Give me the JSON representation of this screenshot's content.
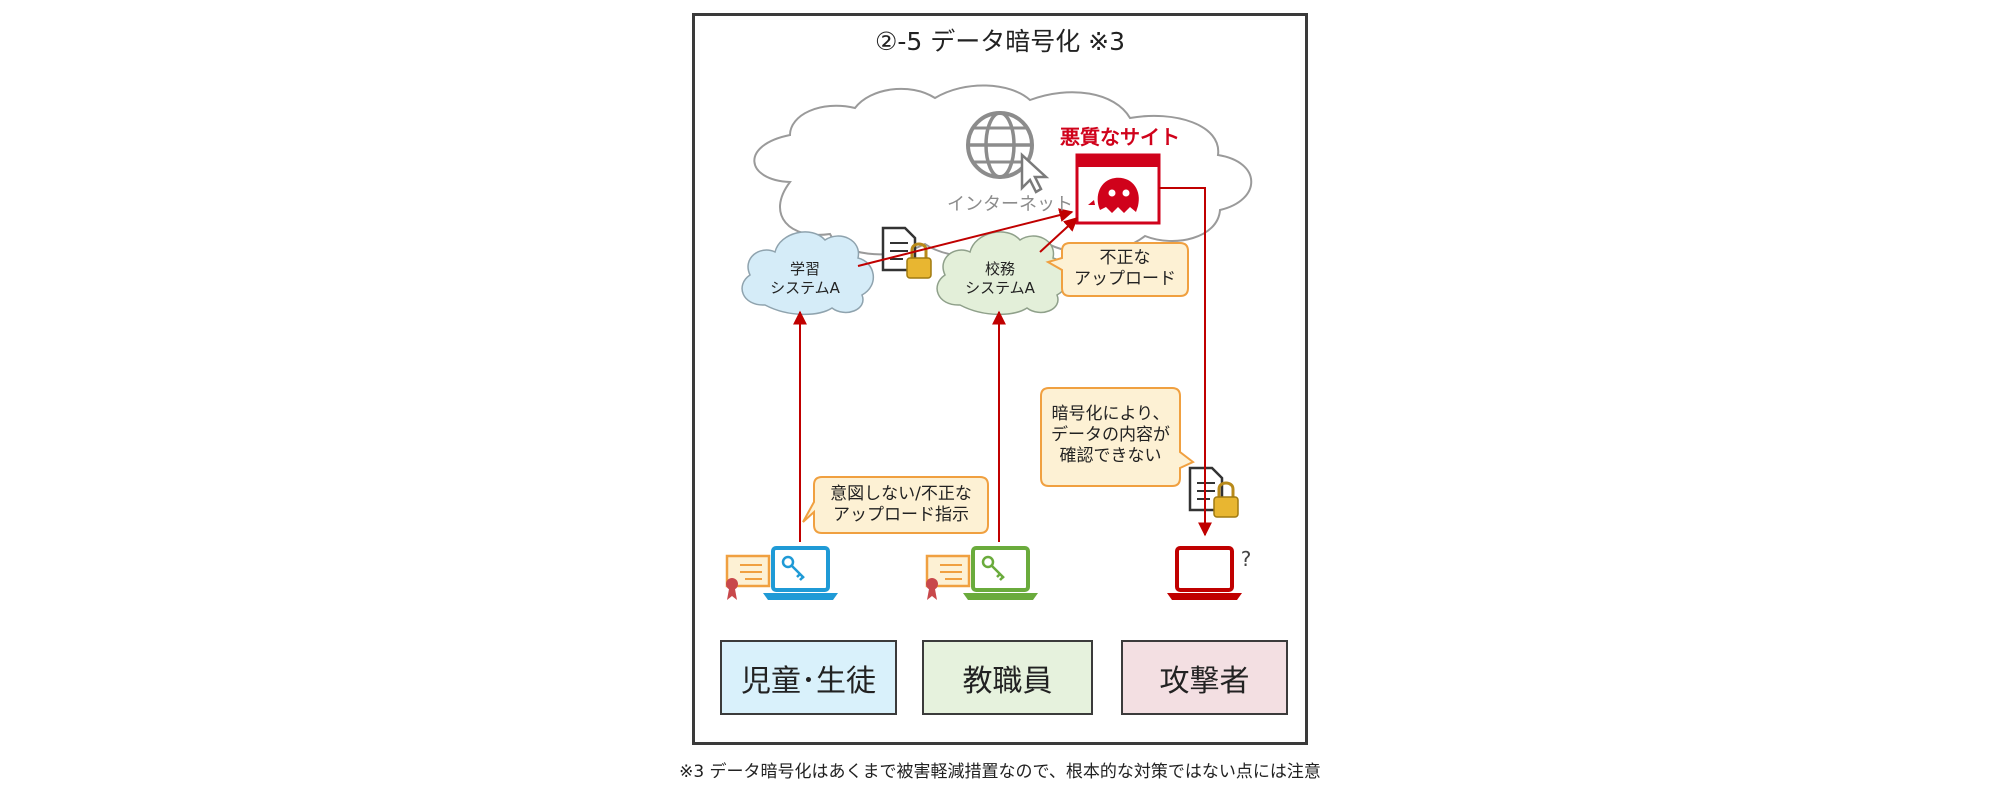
{
  "title": "②-5 データ暗号化 ※3",
  "internet": {
    "label": "インターネット",
    "malicious_site_label": "悪質なサイト"
  },
  "systems": {
    "learning": {
      "line1": "学習",
      "line2": "システムA"
    },
    "school_affairs": {
      "line1": "校務",
      "line2": "システムA"
    }
  },
  "callouts": {
    "illegal_upload": {
      "line1": "不正な",
      "line2": "アップロード"
    },
    "unintended_instruction": {
      "line1": "意図しない/不正な",
      "line2": "アップロード指示"
    },
    "encryption_note": {
      "line1": "暗号化により、",
      "line2": "データの内容が",
      "line3": "確認できない"
    }
  },
  "question_mark": "?",
  "roles": {
    "students": "児童･生徒",
    "staff": "教職員",
    "attacker": "攻撃者"
  },
  "footnote": "※3 データ暗号化はあくまで被害軽減措置なので、根本的な対策ではない点には注意",
  "colors": {
    "arrow_red": "#c00000",
    "malicious_red": "#d0021b",
    "student_blue": "#1f9ad6",
    "staff_green": "#6aab3c",
    "callout_fill": "#fdf1d4",
    "callout_stroke": "#f0a040",
    "learning_cloud_fill": "#d5ecf8",
    "school_cloud_fill": "#e3efd9",
    "students_box": "#d9f1fb",
    "staff_box": "#e6f2dd",
    "attacker_box": "#f3dfe2"
  }
}
